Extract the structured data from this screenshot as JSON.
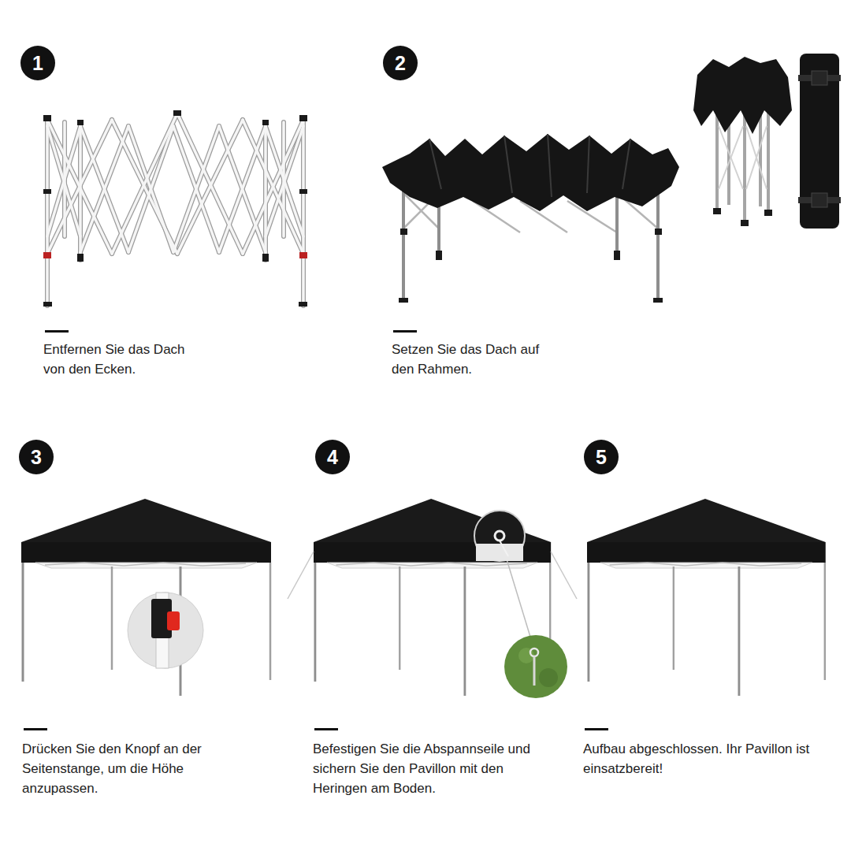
{
  "diagram": {
    "nodes": [
      {
        "text": [
          "1"
        ]
      },
      {
        "text": [
          "2"
        ]
      },
      {
        "text": [
          "3"
        ]
      },
      {
        "text": [
          "4"
        ]
      },
      {
        "text": [
          "5"
        ]
      }
    ],
    "labels": [
      "Entfernen Sie das Dach von den Ecken.",
      "Setzen Sie das Dach auf den Rahmen.",
      "Drücken Sie den Knopf an der Seitenstange, um die Höhe anzupassen.",
      "Befestigen Sie die Abspannseile und sichern Sie den Pavillon mit den Heringen am Boden.",
      "Aufbau abgeschlossen. Ihr Pavillon ist einsatzbereit!"
    ]
  }
}
